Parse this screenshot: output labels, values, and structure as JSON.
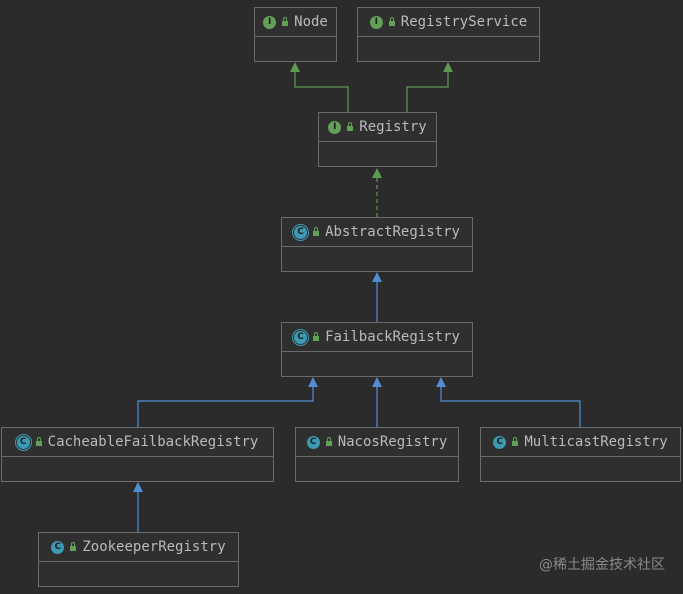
{
  "nodes": {
    "node": {
      "name": "Node",
      "kind": "interface",
      "kind_letter": "I"
    },
    "registry_service": {
      "name": "RegistryService",
      "kind": "interface",
      "kind_letter": "I"
    },
    "registry": {
      "name": "Registry",
      "kind": "interface",
      "kind_letter": "I"
    },
    "abstract_registry": {
      "name": "AbstractRegistry",
      "kind": "abstract-class",
      "kind_letter": "C"
    },
    "failback_registry": {
      "name": "FailbackRegistry",
      "kind": "abstract-class",
      "kind_letter": "C"
    },
    "cacheable_failback_registry": {
      "name": "CacheableFailbackRegistry",
      "kind": "abstract-class",
      "kind_letter": "C"
    },
    "nacos_registry": {
      "name": "NacosRegistry",
      "kind": "class",
      "kind_letter": "C"
    },
    "multicast_registry": {
      "name": "MulticastRegistry",
      "kind": "class",
      "kind_letter": "C"
    },
    "zookeeper_registry": {
      "name": "ZookeeperRegistry",
      "kind": "class",
      "kind_letter": "C"
    }
  },
  "relations": [
    {
      "from": "registry",
      "to": "node",
      "type": "extends"
    },
    {
      "from": "registry",
      "to": "registry_service",
      "type": "extends"
    },
    {
      "from": "abstract_registry",
      "to": "registry",
      "type": "implements"
    },
    {
      "from": "failback_registry",
      "to": "abstract_registry",
      "type": "extends"
    },
    {
      "from": "cacheable_failback_registry",
      "to": "failback_registry",
      "type": "extends"
    },
    {
      "from": "nacos_registry",
      "to": "failback_registry",
      "type": "extends"
    },
    {
      "from": "multicast_registry",
      "to": "failback_registry",
      "type": "extends"
    },
    {
      "from": "zookeeper_registry",
      "to": "cacheable_failback_registry",
      "type": "extends"
    }
  ],
  "colors": {
    "interface_edge": "#5f9a52",
    "class_edge": "#4f8fd6",
    "background": "#2b2b2b",
    "border": "#6b6b6b",
    "text": "#bbbbbb"
  },
  "watermark": "@稀土掘金技术社区"
}
